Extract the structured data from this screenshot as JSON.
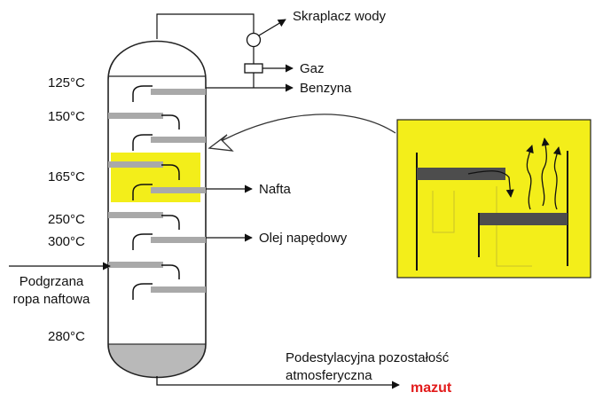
{
  "temperatures": {
    "t1": "125°C",
    "t2": "150°C",
    "t3": "165°C",
    "t4": "250°C",
    "t5": "300°C",
    "t6": "280°C"
  },
  "outputs": {
    "condenser": "Skraplacz wody",
    "gas": "Gaz",
    "gasoline": "Benzyna",
    "naphtha": "Nafta",
    "diesel": "Olej napędowy",
    "residue_line1": "Podestylacyjna pozostałość",
    "residue_line2": "atmosferyczna",
    "mazut": "mazut"
  },
  "feed": {
    "line1": "Podgrzana",
    "line2": "ropa naftowa"
  },
  "colors": {
    "highlight": "#f3ee1a",
    "tray": "#a9a9a9",
    "tray_dark": "#4d4d4d",
    "mazut": "#e21b1b",
    "residue": "#b9b9b9"
  }
}
